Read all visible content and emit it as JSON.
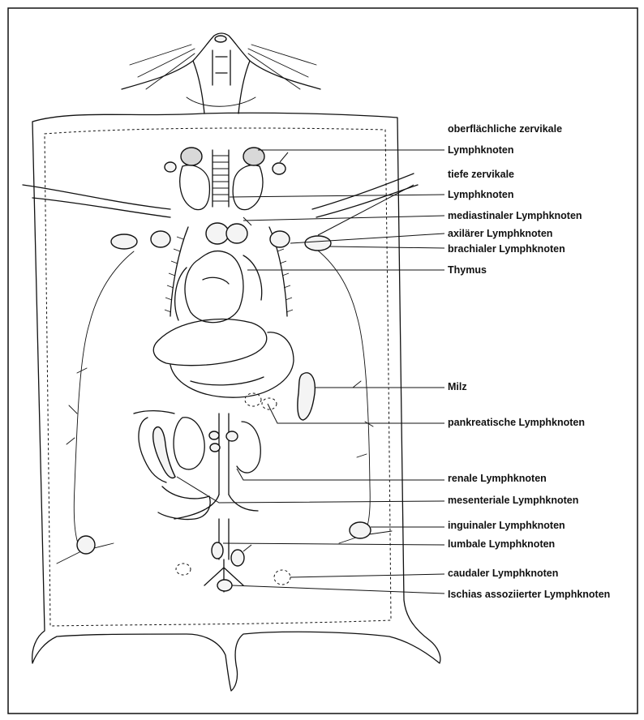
{
  "labels": {
    "superficial_cervical_1": "oberflächliche zervikale",
    "superficial_cervical_2": "Lymphknoten",
    "deep_cervical_1": "tiefe zervikale",
    "deep_cervical_2": "Lymphknoten",
    "mediastinal": "mediastinaler Lymphknoten",
    "axillary": "axilärer Lymphknoten",
    "brachial": "brachialer Lymphknoten",
    "thymus": "Thymus",
    "spleen": "Milz",
    "pancreatic": "pankreatische Lymphknoten",
    "renal": "renale Lymphknoten",
    "mesenteric": "mesenteriale Lymphknoten",
    "inguinal": "inguinaler Lymphknoten",
    "lumbar": "lumbale Lymphknoten",
    "caudal": "caudaler Lymphknoten",
    "sciatic": "Ischias assoziierter Lymphknoten"
  }
}
